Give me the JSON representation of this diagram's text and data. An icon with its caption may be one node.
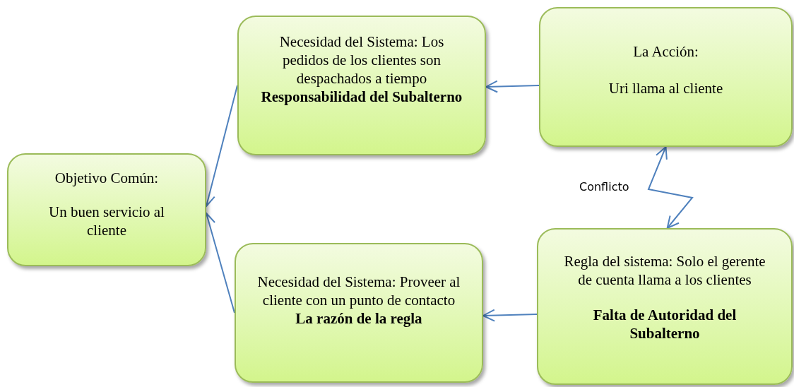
{
  "diagram": {
    "nodes": [
      {
        "text": [
          "Objetivo Común:",
          "Un buen servicio al cliente"
        ]
      },
      {
        "text": [
          "Necesidad del Sistema: Los pedidos de los clientes son despachados a tiempo",
          "Responsabilidad del Subalterno"
        ]
      },
      {
        "text": [
          "La Acción:",
          "Uri llama al cliente"
        ]
      },
      {
        "text": [
          "Necesidad del Sistema: Proveer al cliente con un punto de contacto",
          "La razón de la regla"
        ]
      },
      {
        "text": [
          "Regla del sistema: Solo el gerente de cuenta llama a los clientes",
          "Falta de Autoridad del Subalterno"
        ]
      }
    ],
    "edges": [
      {
        "from": 1,
        "to": 0,
        "arrow": "to"
      },
      {
        "from": 3,
        "to": 0,
        "arrow": "to"
      },
      {
        "from": 2,
        "to": 1,
        "arrow": "to"
      },
      {
        "from": 4,
        "to": 3,
        "arrow": "to"
      },
      {
        "from": 2,
        "to": 4,
        "arrow": "both",
        "label": "Conflicto"
      }
    ]
  }
}
